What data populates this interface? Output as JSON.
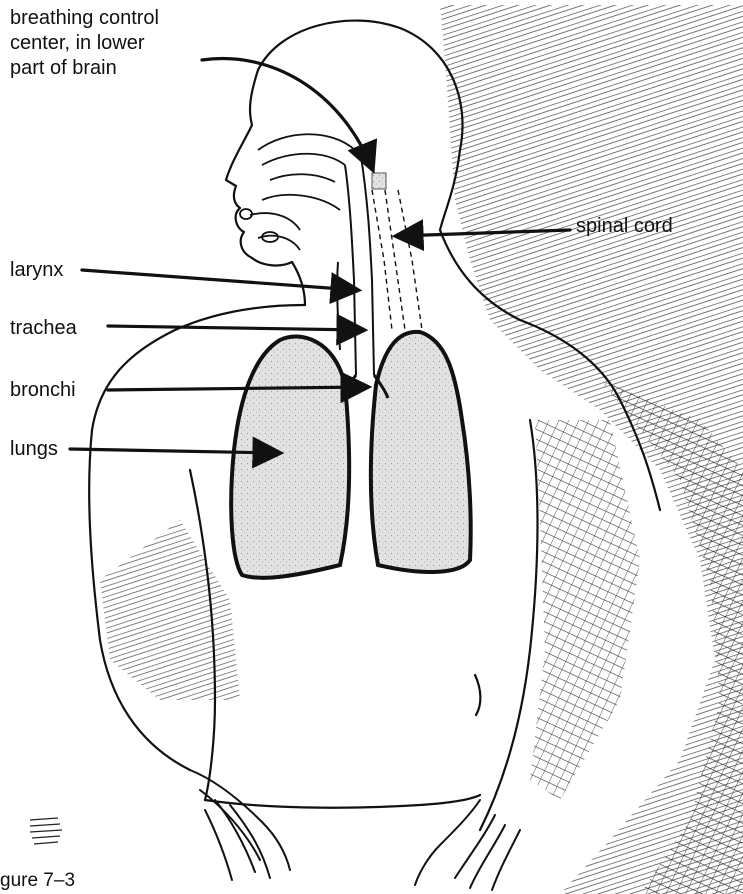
{
  "diagram": {
    "labels": {
      "breathing_center_line1": "breathing control",
      "breathing_center_line2": "center, in lower",
      "breathing_center_line3": "part of brain",
      "spinal_cord": "spinal cord",
      "larynx": "larynx",
      "trachea": "trachea",
      "bronchi": "bronchi",
      "lungs": "lungs"
    },
    "caption": "gure 7–3"
  },
  "colors": {
    "ink": "#111111",
    "lung_fill": "#dedede",
    "hatch": "#333333"
  }
}
